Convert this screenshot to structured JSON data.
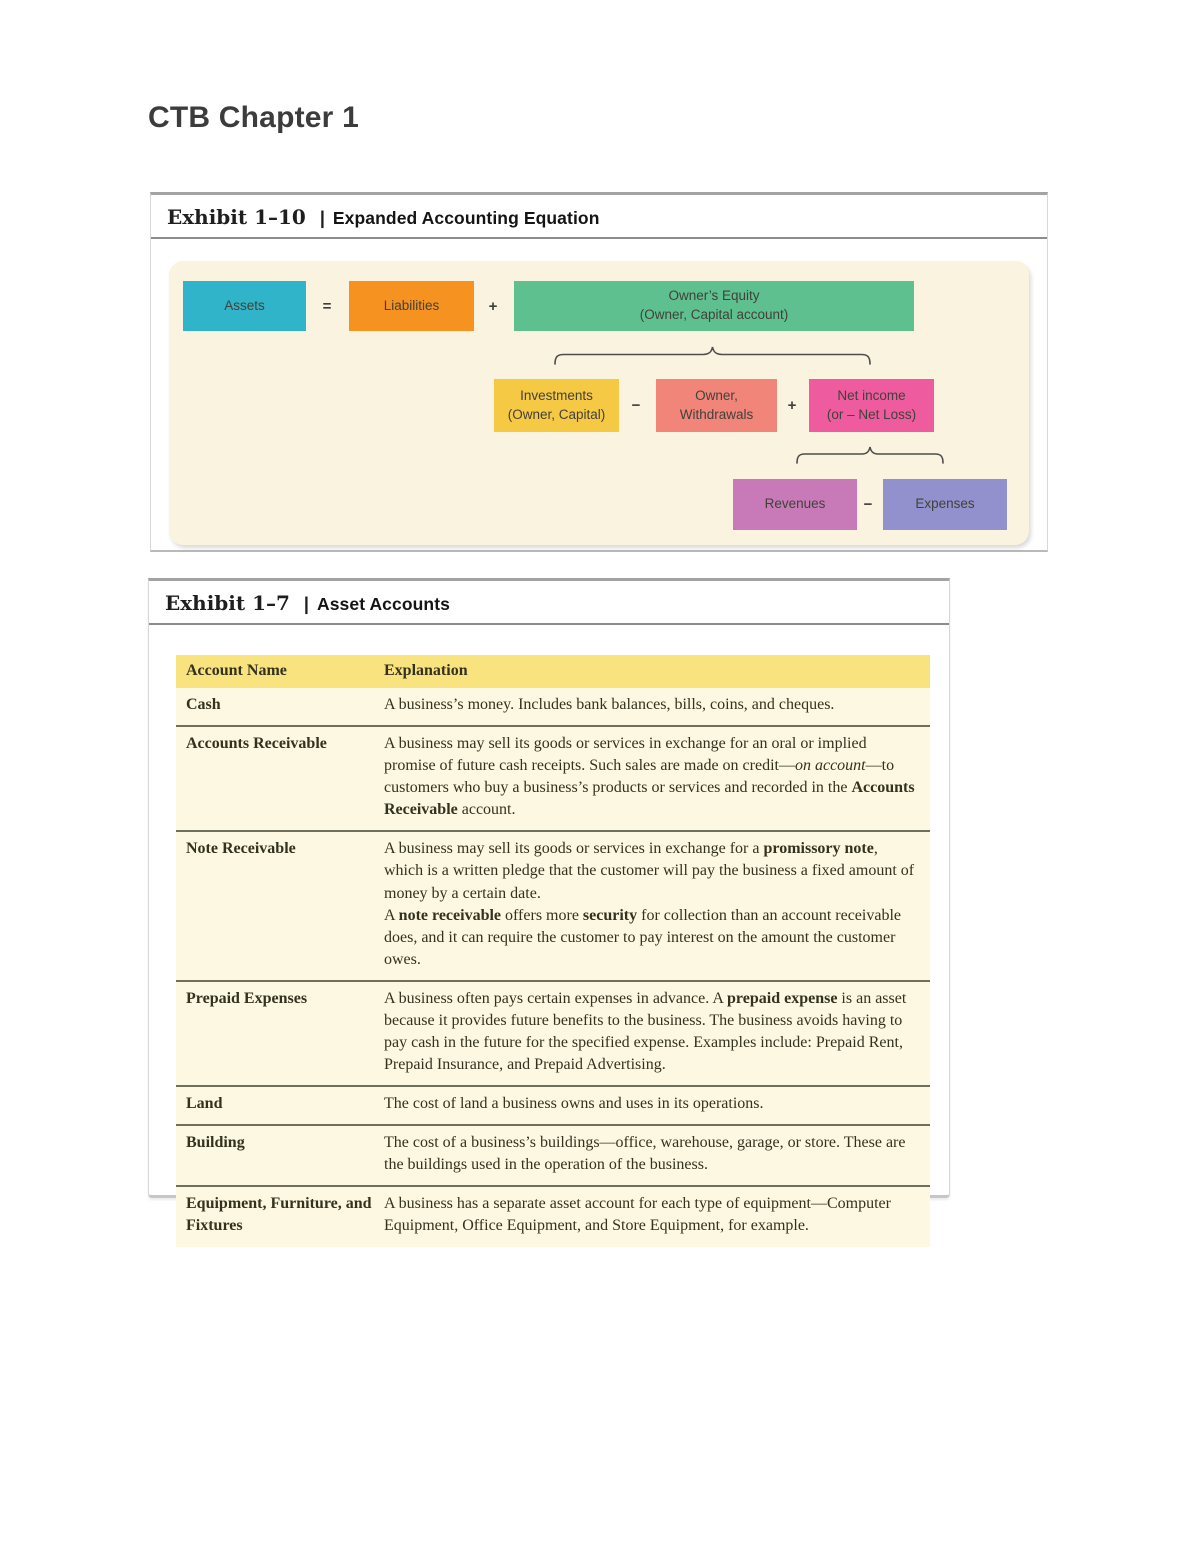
{
  "page_title": "CTB Chapter 1",
  "exhibit_equation": {
    "label": "Exhibit 1–10",
    "separator": "|",
    "title": "Expanded Accounting Equation",
    "panel_bg": "#faf3df",
    "ops": {
      "equals": "=",
      "plus": "+",
      "minus": "−"
    },
    "diagram": {
      "assets": {
        "label": "Assets",
        "color": "#2fb4c9"
      },
      "liabilities": {
        "label": "Liabilities",
        "color": "#f6921f"
      },
      "owners_equity": {
        "label": "Owner’s Equity",
        "sub": "(Owner, Capital account)",
        "color": "#5ec08e"
      },
      "investments": {
        "label": "Investments",
        "sub": "(Owner, Capital)",
        "color": "#f6c944"
      },
      "withdrawals": {
        "label": "Owner,",
        "sub": "Withdrawals",
        "color": "#f28579"
      },
      "net_income": {
        "label": "Net income",
        "sub": "(or – Net Loss)",
        "color": "#ee5b9e"
      },
      "revenues": {
        "label": "Revenues",
        "color": "#c87ab8"
      },
      "expenses": {
        "label": "Expenses",
        "color": "#9391cd"
      }
    }
  },
  "exhibit_assets": {
    "label": "Exhibit 1–7",
    "separator": "|",
    "title": "Asset Accounts",
    "table": {
      "header_bg": "#f8e37e",
      "row_bg": "#fdf8e1",
      "headers": [
        "Account Name",
        "Explanation"
      ],
      "rows": [
        {
          "name": "Cash",
          "explanation": [
            {
              "t": "A business’s money. Includes bank balances, bills, coins, and cheques."
            }
          ]
        },
        {
          "name": "Accounts Receivable",
          "explanation": [
            {
              "t": "A business may sell its goods or services in exchange for an oral or implied promise of future cash receipts. Such sales are made on credit—"
            },
            {
              "t": "on account",
              "i": true
            },
            {
              "t": "—to customers who buy a business’s products or services and recorded in the "
            },
            {
              "t": "Accounts Receivable",
              "b": true
            },
            {
              "t": " account."
            }
          ]
        },
        {
          "name": "Note Receivable",
          "explanation": [
            {
              "t": "A business may sell its goods or services in exchange for a "
            },
            {
              "t": "promissory note",
              "b": true
            },
            {
              "t": ", which is a written pledge that the customer will pay the business a fixed amount of money by a certain date.\nA "
            },
            {
              "t": "note receivable",
              "b": true
            },
            {
              "t": " offers more "
            },
            {
              "t": "security",
              "b": true
            },
            {
              "t": " for collection than an account receivable does, and it can require the customer to pay interest on the amount the customer owes."
            }
          ]
        },
        {
          "name": "Prepaid Expenses",
          "explanation": [
            {
              "t": "A business often pays certain expenses in advance. A "
            },
            {
              "t": "prepaid expense",
              "b": true
            },
            {
              "t": " is an asset because it provides future benefits to the business. The business avoids having to pay cash in the future for the specified expense. Examples include: Prepaid Rent, Prepaid Insurance, and Prepaid Advertising."
            }
          ]
        },
        {
          "name": "Land",
          "explanation": [
            {
              "t": "The cost of land a business owns and uses in its operations."
            }
          ]
        },
        {
          "name": "Building",
          "explanation": [
            {
              "t": "The cost of a business’s buildings—office, warehouse, garage, or store. These are the buildings used in the operation of the business."
            }
          ]
        },
        {
          "name": "Equipment, Furniture, and Fixtures",
          "explanation": [
            {
              "t": "A business has a separate asset account for each type of equipment—Computer Equipment, Office Equipment, and Store Equipment, for example."
            }
          ]
        }
      ]
    }
  }
}
